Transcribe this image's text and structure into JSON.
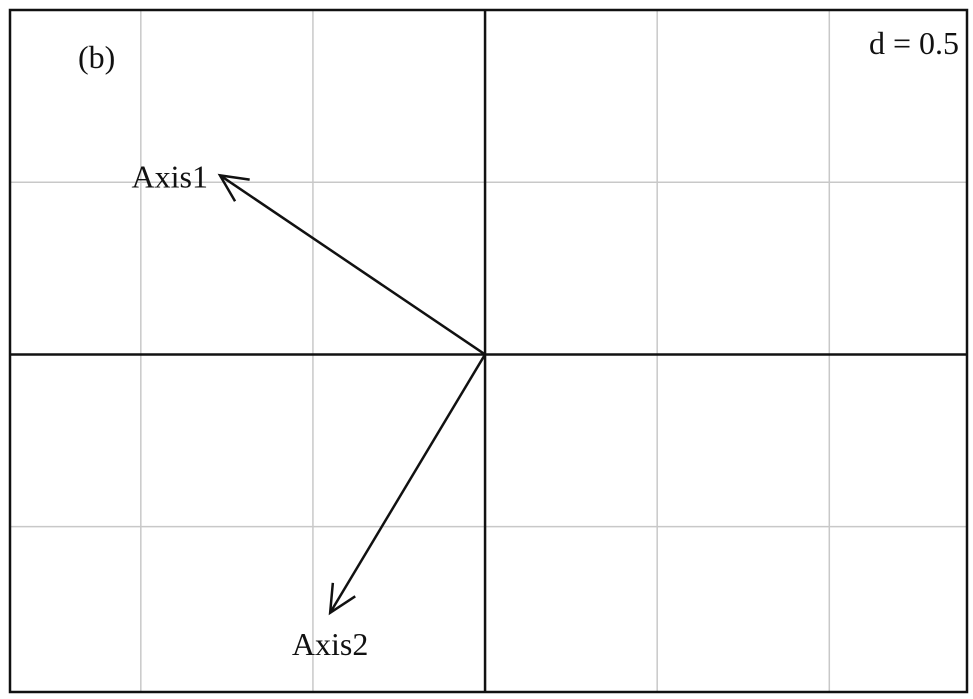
{
  "panel_label": "(b)",
  "scale_label": "d = 0.5",
  "colors": {
    "background": "#ffffff",
    "grid": "#c8c8c8",
    "axis": "#111111",
    "arrow": "#111111",
    "text": "#111111"
  },
  "chart_data": {
    "type": "scatter",
    "grid_spacing": 0.5,
    "grid": true,
    "xlim": [
      -1.38,
      1.4
    ],
    "ylim": [
      -0.98,
      1.0
    ],
    "arrows": [
      {
        "name": "Axis1",
        "x": -0.77,
        "y": 0.52
      },
      {
        "name": "Axis2",
        "x": -0.45,
        "y": -0.75
      }
    ]
  }
}
